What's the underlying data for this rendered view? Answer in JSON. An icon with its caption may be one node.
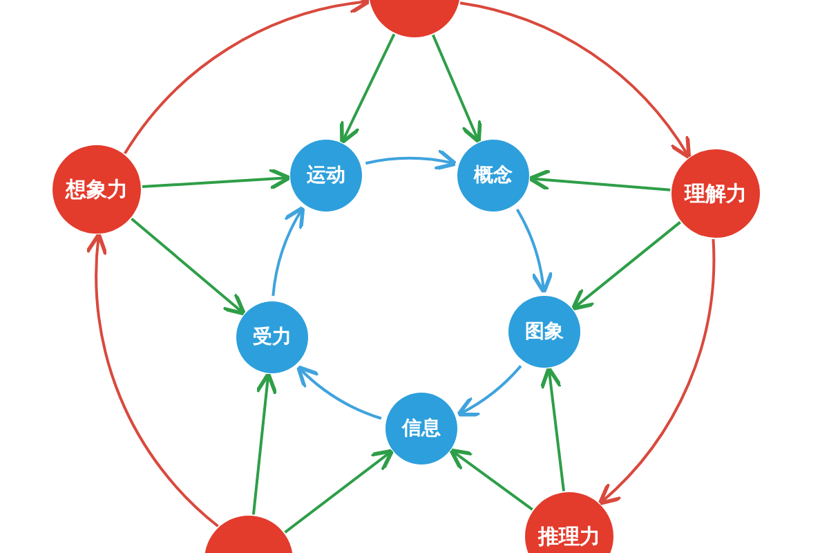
{
  "diagram": {
    "nodes": [
      {
        "text": [],
        "shape": "circle"
      },
      {
        "text": [
          "想象力"
        ]
      },
      {
        "text": [
          "理解力"
        ]
      },
      {
        "text": [
          "推理力"
        ]
      },
      {
        "text": [],
        "shape": "circle"
      },
      {
        "text": [
          "运动"
        ]
      },
      {
        "text": [
          "概念"
        ]
      },
      {
        "text": [
          "图象"
        ]
      },
      {
        "text": [
          "信息"
        ]
      },
      {
        "text": [
          "受力"
        ]
      }
    ],
    "edges": [
      {
        "from": 1,
        "to": 0,
        "arrow": "to",
        "color": "#d9493d"
      },
      {
        "from": 0,
        "to": 2,
        "arrow": "to",
        "color": "#d9493d"
      },
      {
        "from": 2,
        "to": 3,
        "arrow": "to",
        "color": "#d9493d"
      },
      {
        "from": 4,
        "to": 1,
        "arrow": "to",
        "color": "#d9493d"
      },
      {
        "from": 0,
        "to": 5,
        "arrow": "to"
      },
      {
        "from": 0,
        "to": 6,
        "arrow": "to"
      },
      {
        "from": 1,
        "to": 5,
        "arrow": "to"
      },
      {
        "from": 1,
        "to": 9,
        "arrow": "to"
      },
      {
        "from": 2,
        "to": 6,
        "arrow": "to"
      },
      {
        "from": 2,
        "to": 7,
        "arrow": "to"
      },
      {
        "from": 3,
        "to": 7,
        "arrow": "to"
      },
      {
        "from": 3,
        "to": 8,
        "arrow": "to"
      },
      {
        "from": 4,
        "to": 9,
        "arrow": "to"
      },
      {
        "from": 4,
        "to": 8,
        "arrow": "to"
      },
      {
        "from": 5,
        "to": 6,
        "arrow": "to",
        "color": "#3fa3dd"
      },
      {
        "from": 6,
        "to": 7,
        "arrow": "to",
        "color": "#3fa3dd"
      },
      {
        "from": 7,
        "to": 8,
        "arrow": "to",
        "color": "#3fa3dd"
      },
      {
        "from": 8,
        "to": 9,
        "arrow": "to",
        "color": "#3fa3dd"
      },
      {
        "from": 9,
        "to": 5,
        "arrow": "to",
        "color": "#3fa3dd"
      }
    ]
  }
}
